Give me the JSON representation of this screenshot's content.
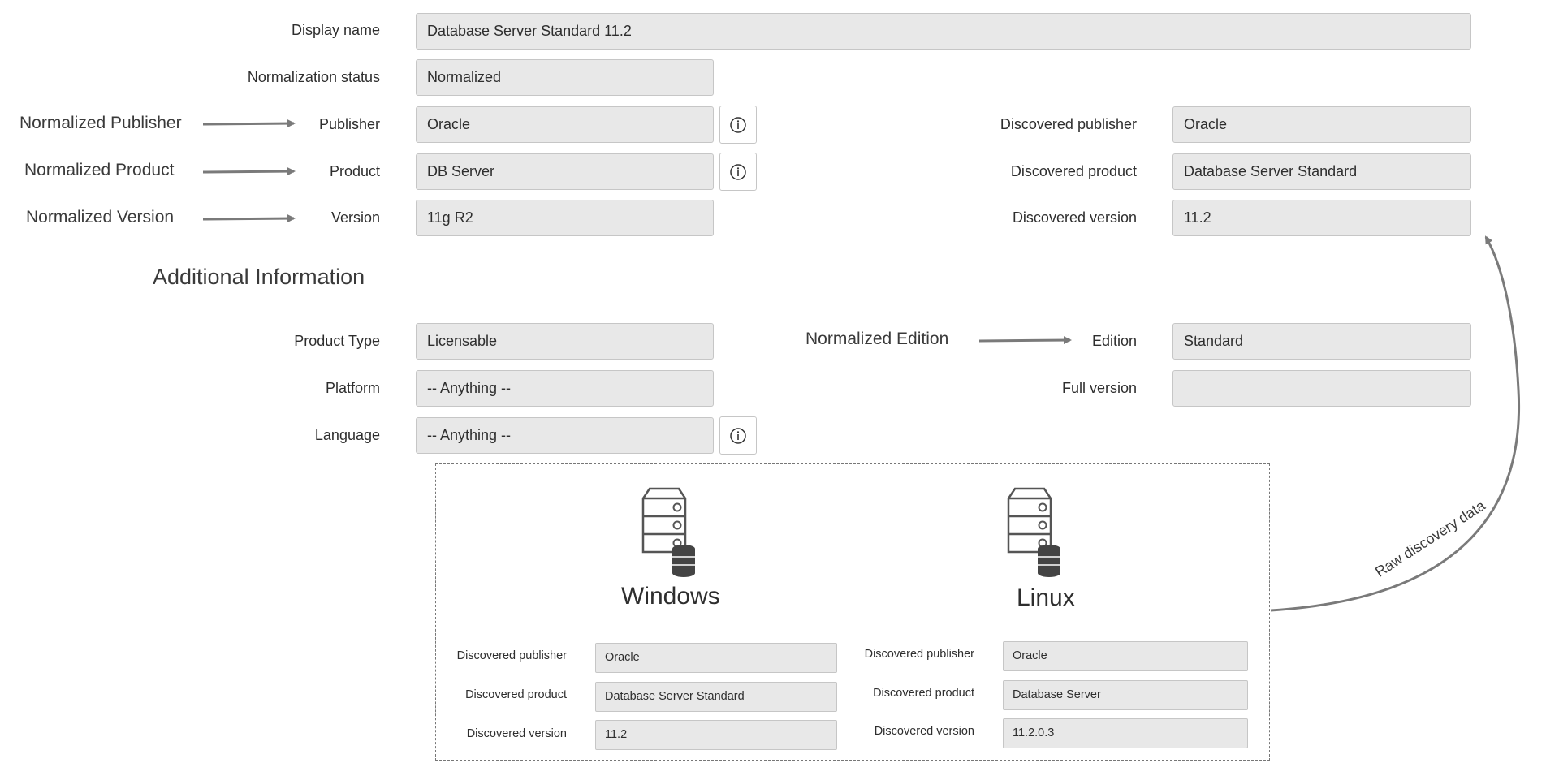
{
  "form": {
    "display_name": {
      "label": "Display name",
      "value": "Database Server Standard 11.2"
    },
    "normalization_status": {
      "label": "Normalization status",
      "value": "Normalized"
    },
    "publisher": {
      "label": "Publisher",
      "value": "Oracle"
    },
    "product": {
      "label": "Product",
      "value": "DB Server"
    },
    "version": {
      "label": "Version",
      "value": "11g R2"
    },
    "discovered_publisher": {
      "label": "Discovered publisher",
      "value": "Oracle"
    },
    "discovered_product": {
      "label": "Discovered product",
      "value": "Database Server Standard"
    },
    "discovered_version": {
      "label": "Discovered version",
      "value": "11.2"
    }
  },
  "additional": {
    "title": "Additional Information",
    "product_type": {
      "label": "Product Type",
      "value": "Licensable"
    },
    "platform": {
      "label": "Platform",
      "value": "-- Anything --"
    },
    "language": {
      "label": "Language",
      "value": "-- Anything --"
    },
    "edition": {
      "label": "Edition",
      "value": "Standard"
    },
    "full_version": {
      "label": "Full version",
      "value": ""
    }
  },
  "annotations": {
    "normalized_publisher": "Normalized Publisher",
    "normalized_product": "Normalized Product",
    "normalized_version": "Normalized Version",
    "normalized_edition": "Normalized Edition",
    "raw_discovery": "Raw discovery data"
  },
  "servers": {
    "windows": {
      "name": "Windows",
      "publisher": {
        "label": "Discovered publisher",
        "value": "Oracle"
      },
      "product": {
        "label": "Discovered product",
        "value": "Database Server Standard"
      },
      "version": {
        "label": "Discovered version",
        "value": "11.2"
      }
    },
    "linux": {
      "name": "Linux",
      "publisher": {
        "label": "Discovered publisher",
        "value": "Oracle"
      },
      "product": {
        "label": "Discovered product",
        "value": "Database Server"
      },
      "version": {
        "label": "Discovered version",
        "value": "11.2.0.3"
      }
    }
  },
  "icons": {
    "info": "info-icon",
    "server": "database-server-icon"
  },
  "colors": {
    "field_bg": "#e8e8e8",
    "field_border": "#c6c6c6",
    "arrow": "#7a7a7a"
  }
}
